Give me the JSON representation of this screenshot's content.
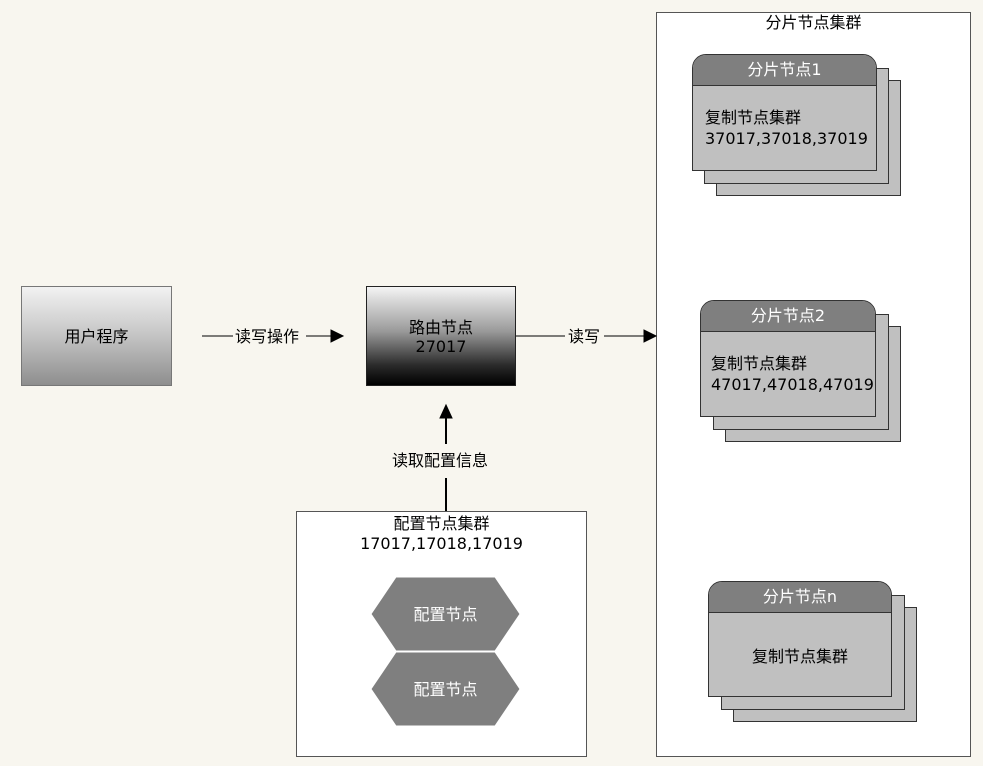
{
  "user_program": {
    "label": "用户程序"
  },
  "router": {
    "title": "路由节点",
    "port": "27017"
  },
  "edges": {
    "user_to_router": "读写操作",
    "router_to_shards": "读写",
    "config_to_router": "读取配置信息"
  },
  "config_cluster": {
    "title": "配置节点集群",
    "ports": "17017,17018,17019",
    "nodes": [
      "配置节点",
      "配置节点"
    ]
  },
  "shard_cluster": {
    "title": "分片节点集群",
    "shards": [
      {
        "name": "分片节点1",
        "body": "复制节点集群",
        "ports": "37017,37018,37019"
      },
      {
        "name": "分片节点2",
        "body": "复制节点集群",
        "ports": "47017,47018,47019"
      },
      {
        "name": "分片节点n",
        "body": "复制节点集群"
      }
    ]
  }
}
